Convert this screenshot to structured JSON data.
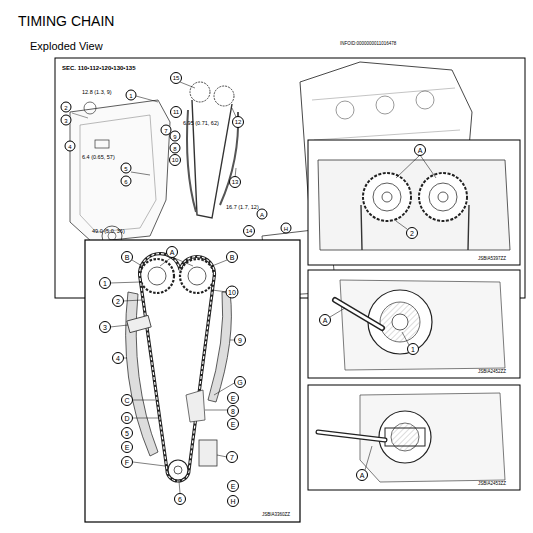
{
  "diagram": {
    "title": "TIMING CHAIN",
    "labels": [
      "Exploded View",
      "INFOID:0000000011016478",
      "SEC. 110•112•120•130•135",
      "15",
      "1",
      "12.8 (1.3, 9)",
      "2",
      "3",
      "6.4 (0.65, 57)",
      "4",
      "5",
      "6",
      "7",
      "11",
      "9",
      "8",
      "6.95 (0.71, 62)",
      "10",
      "12",
      "13",
      "49.0 (5.0, 36)",
      "16.7 (1.7, 12)",
      "14",
      "A",
      "H",
      "A",
      "B",
      "B",
      "1",
      "2",
      "3",
      "4",
      "10",
      "9",
      "G",
      "C",
      "D",
      "E",
      "8",
      "E",
      "5",
      "E",
      "7",
      "F",
      "6",
      "E",
      "H",
      "JSBIA3360ZZ",
      "A",
      "2",
      "JSBIA5397ZZ",
      "A",
      "1",
      "JSBIA2452ZZ",
      "A",
      "JSBIA2453ZZ"
    ]
  }
}
